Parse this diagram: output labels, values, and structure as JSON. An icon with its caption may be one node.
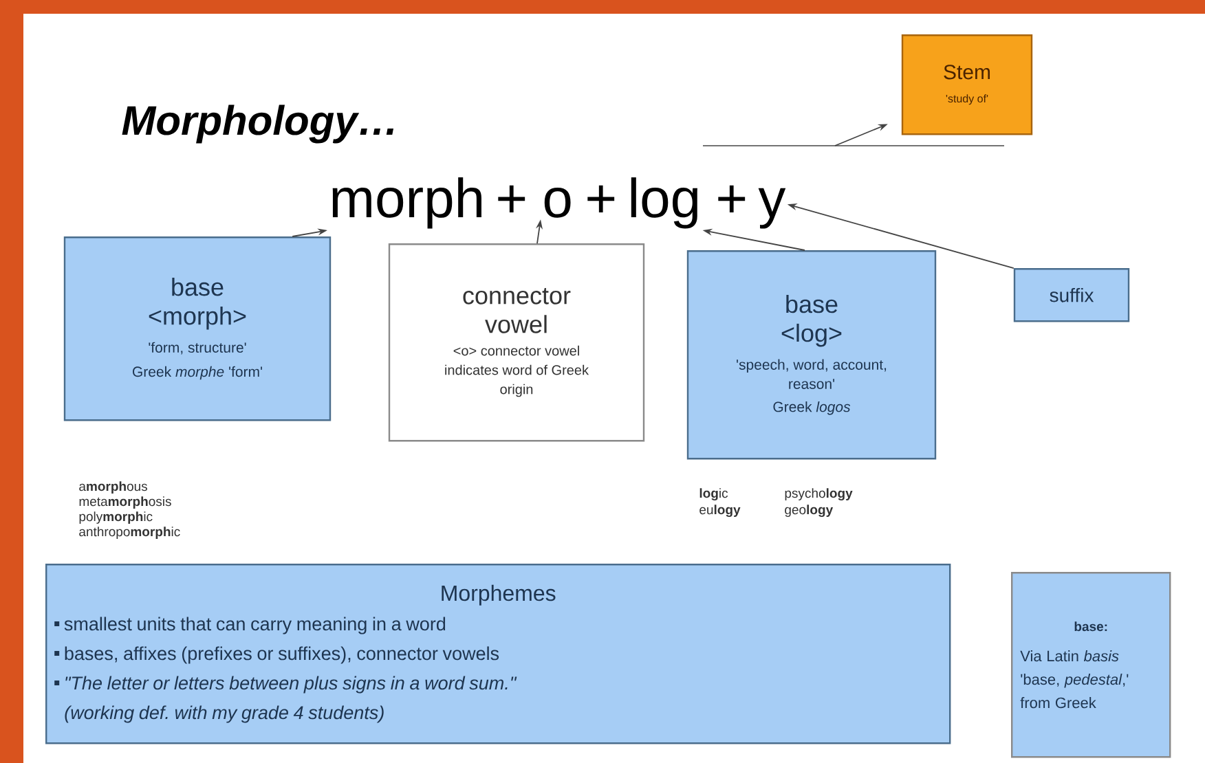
{
  "diagram": {
    "title": "Morphology…",
    "nodes": [
      {
        "text": [
          "morph"
        ]
      },
      {
        "text": [
          "o"
        ]
      },
      {
        "text": [
          "log"
        ]
      },
      {
        "text": [
          "y"
        ]
      },
      {
        "text": [
          "Stem",
          "'study of'"
        ]
      },
      {
        "text": [
          "base <morph>",
          "'form, structure'",
          "Greek *morphe* 'form'"
        ]
      },
      {
        "text": [
          "connector vowel",
          "<o> connector vowel indicates word of Greek origin"
        ]
      },
      {
        "text": [
          "base <log>",
          "'speech, word, account, reason'",
          "Greek *logos*"
        ]
      },
      {
        "text": [
          "suffix"
        ]
      },
      {
        "text": [
          "Morphemes",
          "smallest units that can carry meaning in a word",
          "bases, affixes (prefixes or suffixes), connector vowels",
          "\"The letter or letters between plus signs in a word sum.\"",
          "(working def. with my grade 4 students)"
        ]
      },
      {
        "text": [
          "base:",
          "Via Latin *basis* 'base, *pedestal*,' from Greek"
        ]
      }
    ],
    "edges": [
      {
        "from": 5,
        "to": 0,
        "arrow": "to"
      },
      {
        "from": 6,
        "to": 1,
        "arrow": "to"
      },
      {
        "from": 7,
        "to": 2,
        "arrow": "to"
      },
      {
        "from": 8,
        "to": 3,
        "arrow": "to"
      },
      {
        "from": null,
        "to": 4,
        "arrow": "to"
      }
    ],
    "labels": [
      "+",
      "+",
      "+",
      "a**morph**ous",
      "meta**morph**osis",
      "poly**morph**ic",
      "anthropo**morph**ic",
      "**log**ic",
      "psycho**logy**",
      "eu**logy**",
      "geo**logy**"
    ]
  }
}
